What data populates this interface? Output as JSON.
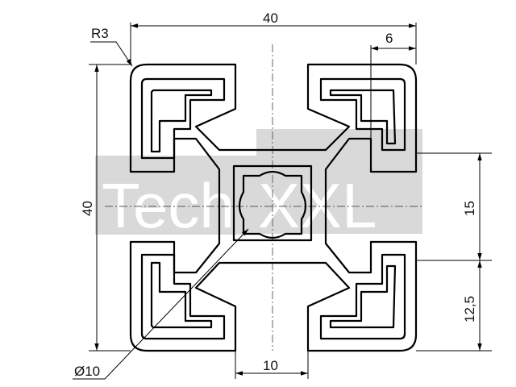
{
  "dimensions": {
    "width_top": "40",
    "slot_offset_top": "6",
    "radius": "R3",
    "height_left": "40",
    "slot_pitch_right": "15",
    "edge_right": "12,5",
    "bore_diameter": "Ø10",
    "slot_width_bottom": "10"
  },
  "watermark": {
    "left": "Tech",
    "right": "XXL"
  },
  "colors": {
    "line": "#000000",
    "watermark_box": "#d9d9d9",
    "watermark_text": "#ffffff",
    "background": "#ffffff"
  }
}
